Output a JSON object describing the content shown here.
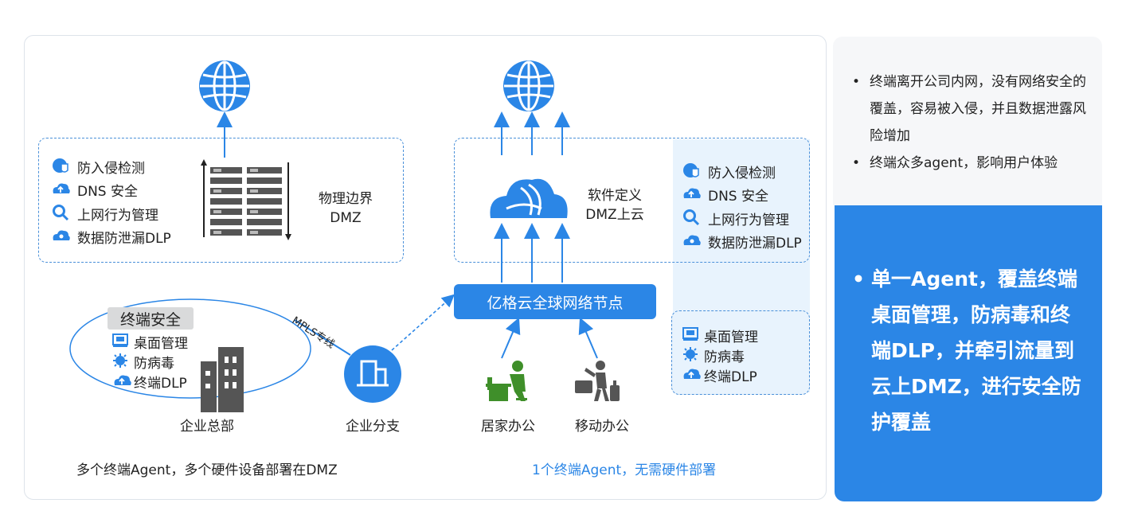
{
  "left_section": {
    "features": [
      "防入侵检测",
      "DNS 安全",
      "上网行为管理",
      "数据防泄漏DLP"
    ],
    "dmz_label_line1": "物理边界",
    "dmz_label_line2": "DMZ",
    "endpoint_badge": "终端安全",
    "endpoint_features": [
      "桌面管理",
      "防病毒",
      "终端DLP"
    ],
    "mpls_label": "MPLS专线",
    "hq_label": "企业总部",
    "branch_label": "企业分支",
    "footer": "多个终端Agent，多个硬件设备部署在DMZ"
  },
  "middle_section": {
    "cloud_label_line1": "软件定义",
    "cloud_label_line2": "DMZ上云",
    "features": [
      "防入侵检测",
      "DNS 安全",
      "上网行为管理",
      "数据防泄漏DLP"
    ],
    "node_label": "亿格云全球网络节点",
    "endpoint_features": [
      "桌面管理",
      "防病毒",
      "终端DLP"
    ],
    "home_label": "居家办公",
    "mobile_label": "移动办公",
    "footer": "1个终端Agent，无需硬件部署"
  },
  "right_panel": {
    "top_items": [
      "终端离开公司内网，没有网络安全的覆盖，容易被入侵，并且数据泄露风险增加",
      "终端众多agent，影响用户体验"
    ],
    "bottom_item": "单一Agent，覆盖终端桌面管理，防病毒和终端DLP，并牵引流量到云上DMZ，进行安全防护覆盖",
    "bullet": "•"
  },
  "colors": {
    "accent": "#2b86e6",
    "dash": "#4a90d9",
    "green": "#3f8f2a",
    "light_blue_bg": "#e8f3fd"
  },
  "icons": [
    "globe-icon",
    "server-rack-icon",
    "cloud-icon",
    "building-icon",
    "branch-icon",
    "home-worker-icon",
    "mobile-worker-icon",
    "shield-globe-icon",
    "cloud-upload-icon",
    "search-icon",
    "cloud-lock-icon",
    "desktop-icon",
    "virus-icon"
  ]
}
